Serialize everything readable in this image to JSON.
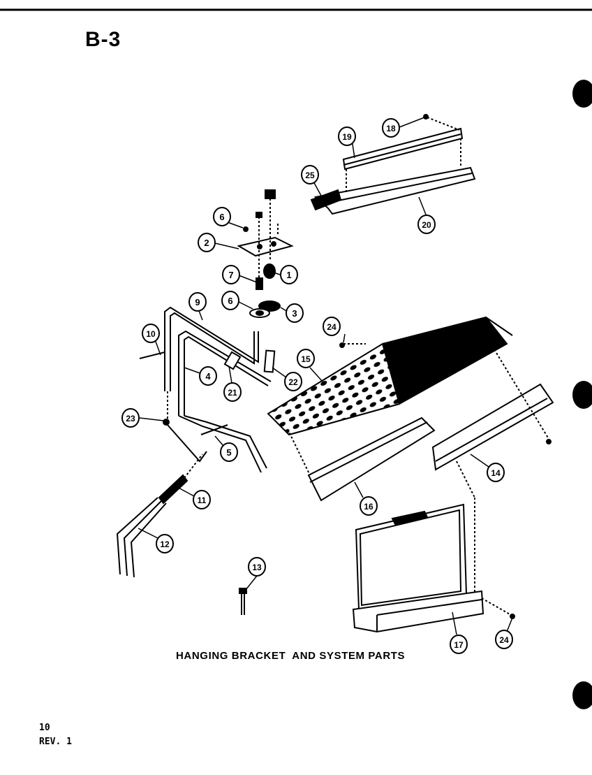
{
  "page": {
    "title": "B-3",
    "caption": "HANGING BRACKET  AND SYSTEM PARTS",
    "page_number": "10",
    "revision": "REV. 1"
  },
  "callouts": [
    {
      "id": "c1",
      "label": "1"
    },
    {
      "id": "c2",
      "label": "2"
    },
    {
      "id": "c3",
      "label": "3"
    },
    {
      "id": "c4",
      "label": "4"
    },
    {
      "id": "c5",
      "label": "5"
    },
    {
      "id": "c6a",
      "label": "6"
    },
    {
      "id": "c6b",
      "label": "6"
    },
    {
      "id": "c7",
      "label": "7"
    },
    {
      "id": "c9",
      "label": "9"
    },
    {
      "id": "c10",
      "label": "10"
    },
    {
      "id": "c11",
      "label": "11"
    },
    {
      "id": "c12",
      "label": "12"
    },
    {
      "id": "c13",
      "label": "13"
    },
    {
      "id": "c14",
      "label": "14"
    },
    {
      "id": "c15",
      "label": "15"
    },
    {
      "id": "c16",
      "label": "16"
    },
    {
      "id": "c17",
      "label": "17"
    },
    {
      "id": "c18",
      "label": "18"
    },
    {
      "id": "c19",
      "label": "19"
    },
    {
      "id": "c20",
      "label": "20"
    },
    {
      "id": "c21",
      "label": "21"
    },
    {
      "id": "c22",
      "label": "22"
    },
    {
      "id": "c23",
      "label": "23"
    },
    {
      "id": "c24a",
      "label": "24"
    },
    {
      "id": "c24b",
      "label": "24"
    },
    {
      "id": "c25",
      "label": "25"
    }
  ]
}
